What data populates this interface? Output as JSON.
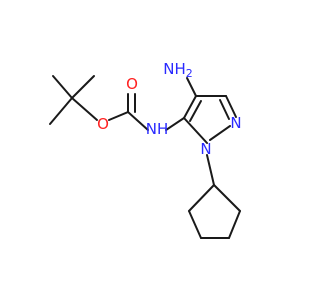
{
  "molecule": {
    "atom_labels": {
      "amino": "NH",
      "amino_sub": "2",
      "carbamate_o": "O",
      "ester_o": "O",
      "carbamate_nh": "NH",
      "ring_n2": "N",
      "ring_n1": "N"
    },
    "colors": {
      "bond": "#1a1a1a",
      "nitrogen": "#2a2aff",
      "oxygen": "#ff2020"
    }
  }
}
